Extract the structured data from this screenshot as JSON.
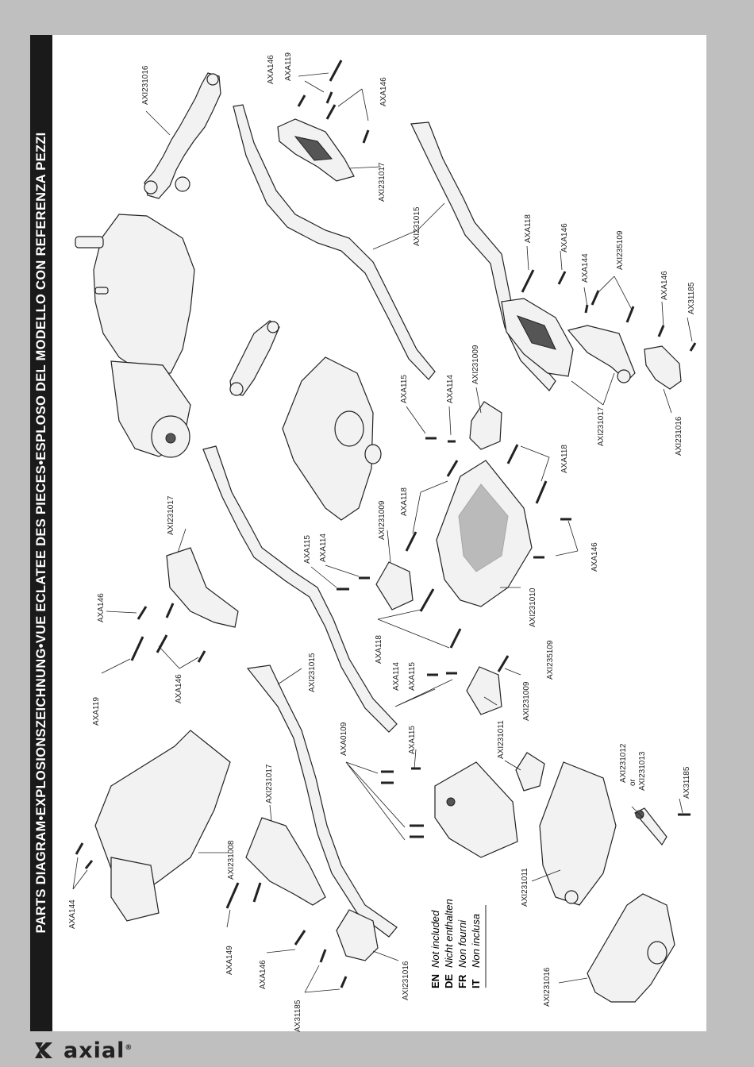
{
  "header": {
    "title": "PARTS DIAGRAM•EXPLOSIONSZEICHNUNG•VUE ECLATEE DES PIECES•ESPLOSO DEL MODELLO CON REFERENZA PEZZI"
  },
  "brand": {
    "name": "axial",
    "mark": "®"
  },
  "legend": [
    {
      "code": "EN",
      "text": "Not included"
    },
    {
      "code": "DE",
      "text": "Nicht enthalten"
    },
    {
      "code": "FR",
      "text": "Non fourni"
    },
    {
      "code": "IT",
      "text": "Non inclusa"
    }
  ],
  "labels": {
    "l01": "AXI231016",
    "l02": "AXA146",
    "l03": "AXA119",
    "l04": "AXA146",
    "l05": "AXI231017",
    "l06": "AXI231015",
    "l07": "AXA118",
    "l08": "AXA146",
    "l09": "AXA144",
    "l10": "AXI235109",
    "l11": "AXA146",
    "l12": "AX31185",
    "l13": "AXI231017",
    "l14": "AXI231016",
    "l15": "AXA115",
    "l16": "AXA114",
    "l17": "AXI231009",
    "l18": "AXA118",
    "l19": "AXA118",
    "l20": "AXI231009",
    "l21": "AXA146",
    "l22": "AXI231017",
    "l23": "AXA115",
    "l24": "AXA114",
    "l25": "AXI231010",
    "l26": "AXA146",
    "l27": "AXA119",
    "l28": "AXA146",
    "l29": "AXA118",
    "l30": "AXI231015",
    "l31": "AXA114",
    "l32": "AXA115",
    "l33": "AXI235109",
    "l34": "AXI231009",
    "l35": "AXA0109",
    "l36": "AXA115",
    "l37": "AXI231011",
    "l38": "AXI231012",
    "l39": "or",
    "l40": "AXI231013",
    "l41": "AX31185",
    "l42": "AXI231017",
    "l43": "AXI231008",
    "l44": "AXA144",
    "l45": "AXA149",
    "l46": "AXA146",
    "l47": "AX31185",
    "l48": "AXI231016",
    "l49": "AXI231011",
    "l50": "AXI231016"
  },
  "colors": {
    "sidebar": "#1a1a1a",
    "background": "#bfbfbf",
    "page": "#ffffff"
  }
}
